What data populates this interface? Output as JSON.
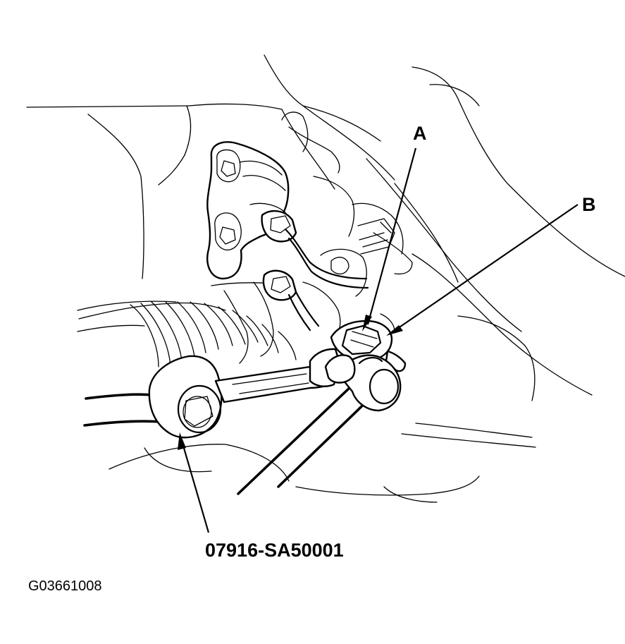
{
  "callouts": {
    "a": "A",
    "b": "B"
  },
  "tool_part_number": "07916-SA50001",
  "figure_id": "G03661008"
}
